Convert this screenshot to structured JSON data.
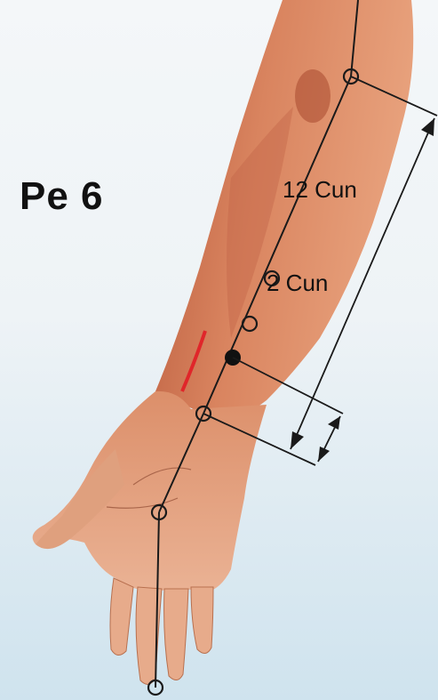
{
  "title": "Pe 6",
  "measurements": [
    {
      "label": "12 Cun"
    },
    {
      "label": "2 Cun"
    }
  ],
  "colors": {
    "skin": "#d8805a",
    "skin_shadow": "#b8553a",
    "background": "#eef3f6",
    "line": "#1a1a1a",
    "vein": "#e0262a"
  }
}
